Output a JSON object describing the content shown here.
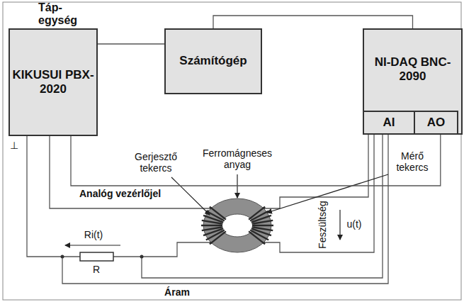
{
  "diagram": {
    "nodes": [
      {
        "text": [
          "Táp- egység",
          "KIKUSUI PBX-2020"
        ]
      },
      {
        "text": [
          "Számítógép"
        ]
      },
      {
        "text": [
          "NI-DAQ BNC-2090"
        ]
      },
      {
        "text": [
          "AI"
        ],
        "in": 2
      },
      {
        "text": [
          "AO"
        ],
        "in": 2
      }
    ],
    "edges": [
      {
        "from": 0,
        "to": 1,
        "arrow": "none"
      },
      {
        "from": 1,
        "to": 2,
        "arrow": "none"
      },
      {
        "from": 4,
        "to": 0,
        "label": "Analóg vezérlőjel",
        "arrow": "none"
      }
    ],
    "labels": [
      "⊥",
      "Ri(t)",
      "R",
      "Gerjesztő tekercs",
      "Ferromágneses anyag",
      "Mérő tekercs",
      "Feszültség",
      "u(t)",
      "Áram"
    ]
  }
}
